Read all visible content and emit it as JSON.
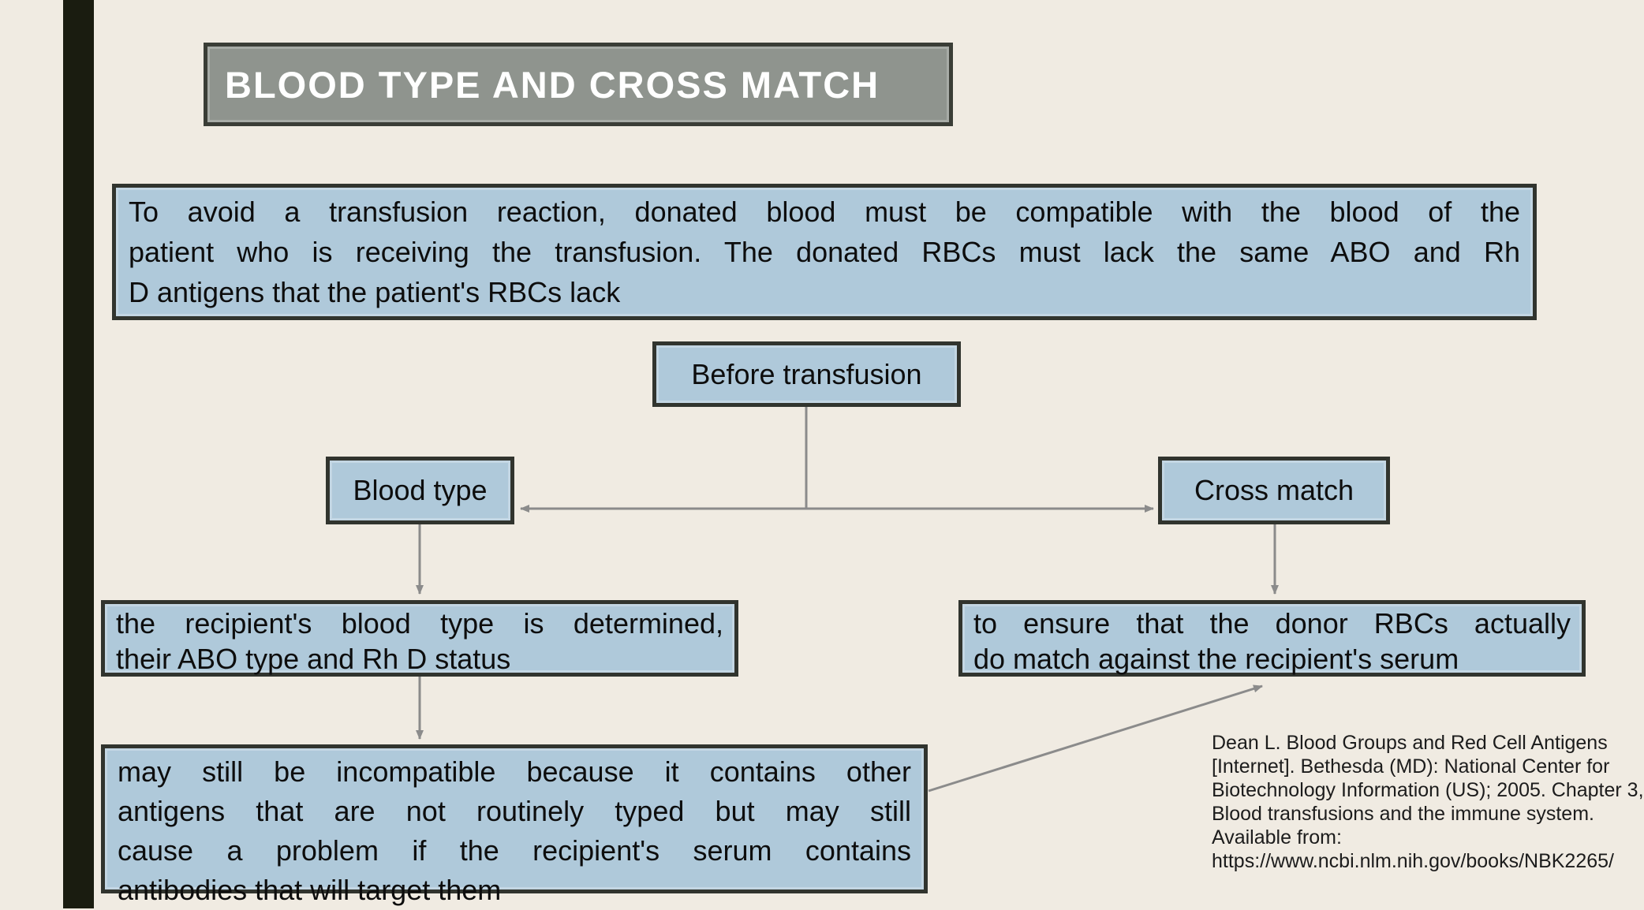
{
  "title": "BLOOD TYPE AND CROSS MATCH",
  "intro": {
    "lines": [
      "To avoid a transfusion reaction, donated blood must be compatible with the blood of the",
      "patient who is receiving the transfusion. The donated RBCs must lack the same ABO and Rh",
      "D antigens that the patient's RBCs lack"
    ]
  },
  "flow": {
    "root_label": "Before transfusion",
    "left_node_label": "Blood type",
    "right_node_label": "Cross match",
    "left_detail": {
      "lines": [
        "the recipient's blood type is determined,",
        "their ABO type and Rh D status"
      ]
    },
    "right_detail": {
      "lines": [
        "to ensure that the donor RBCs actually",
        "do match against the recipient's serum"
      ]
    },
    "caveat": {
      "lines": [
        "may still be incompatible because it contains other",
        "antigens that are not routinely typed but may still",
        "cause a problem if the recipient's serum contains",
        "antibodies that will target them"
      ]
    }
  },
  "citation": {
    "lines": [
      "Dean L. Blood Groups and Red Cell Antigens",
      "[Internet]. Bethesda (MD): National Center for",
      "Biotechnology Information (US); 2005. Chapter 3,",
      "Blood transfusions and the immune system.",
      "Available from:",
      "https://www.ncbi.nlm.nih.gov/books/NBK2265/"
    ]
  },
  "colors": {
    "background": "#f0ebe2",
    "box_fill": "#afc9da",
    "box_border": "#31342e",
    "title_fill": "#8f948e",
    "title_border": "#3a3d36",
    "title_text": "#ffffff",
    "accent_bar": "#1a1c10",
    "connector": "#8b8b8b",
    "text": "#0d0d0d"
  }
}
